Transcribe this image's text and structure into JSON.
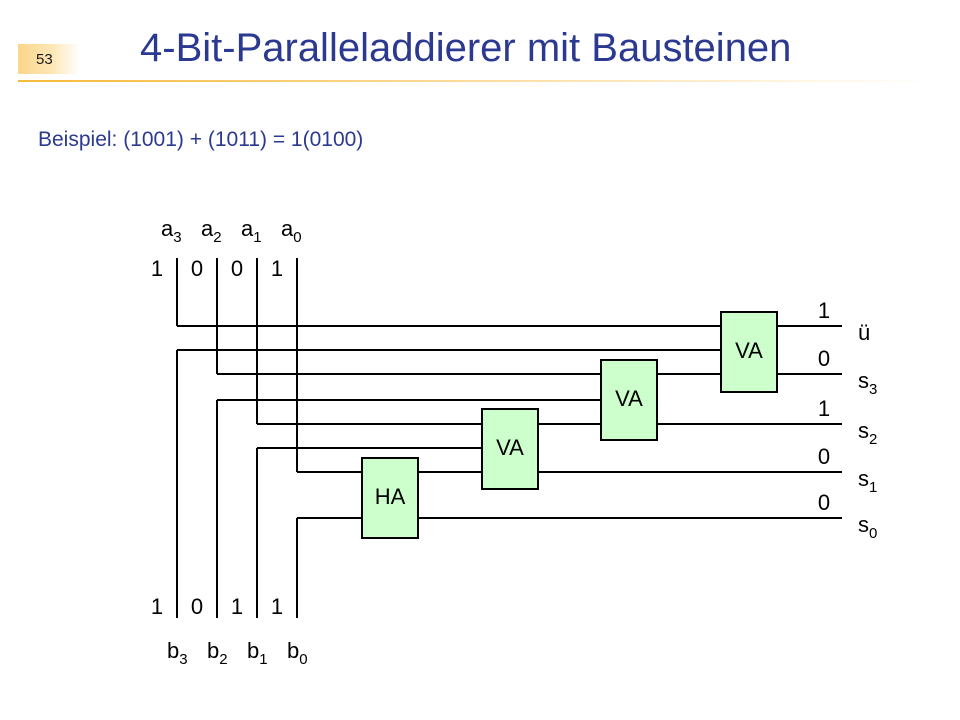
{
  "slide_number": "53",
  "title": "4-Bit-Paralleladdierer mit Bausteinen",
  "example": "Beispiel: (1001) + (1011) = 1(0100)",
  "inputs_a": [
    {
      "name": "a",
      "index": "3",
      "bit": "1"
    },
    {
      "name": "a",
      "index": "2",
      "bit": "0"
    },
    {
      "name": "a",
      "index": "1",
      "bit": "0"
    },
    {
      "name": "a",
      "index": "0",
      "bit": "1"
    }
  ],
  "inputs_b": [
    {
      "name": "b",
      "index": "3",
      "bit": "1"
    },
    {
      "name": "b",
      "index": "2",
      "bit": "0"
    },
    {
      "name": "b",
      "index": "1",
      "bit": "1"
    },
    {
      "name": "b",
      "index": "0",
      "bit": "1"
    }
  ],
  "adders": [
    {
      "label": "HA"
    },
    {
      "label": "VA"
    },
    {
      "label": "VA"
    },
    {
      "label": "VA"
    }
  ],
  "outputs": [
    {
      "name": "ü",
      "index": "",
      "bit": "1"
    },
    {
      "name": "s",
      "index": "3",
      "bit": "0"
    },
    {
      "name": "s",
      "index": "2",
      "bit": "1"
    },
    {
      "name": "s",
      "index": "1",
      "bit": "0"
    },
    {
      "name": "s",
      "index": "0",
      "bit": "0"
    }
  ],
  "colors": {
    "title": "#2b3990",
    "block_fill": "#ccffcc",
    "wire": "#000000"
  }
}
